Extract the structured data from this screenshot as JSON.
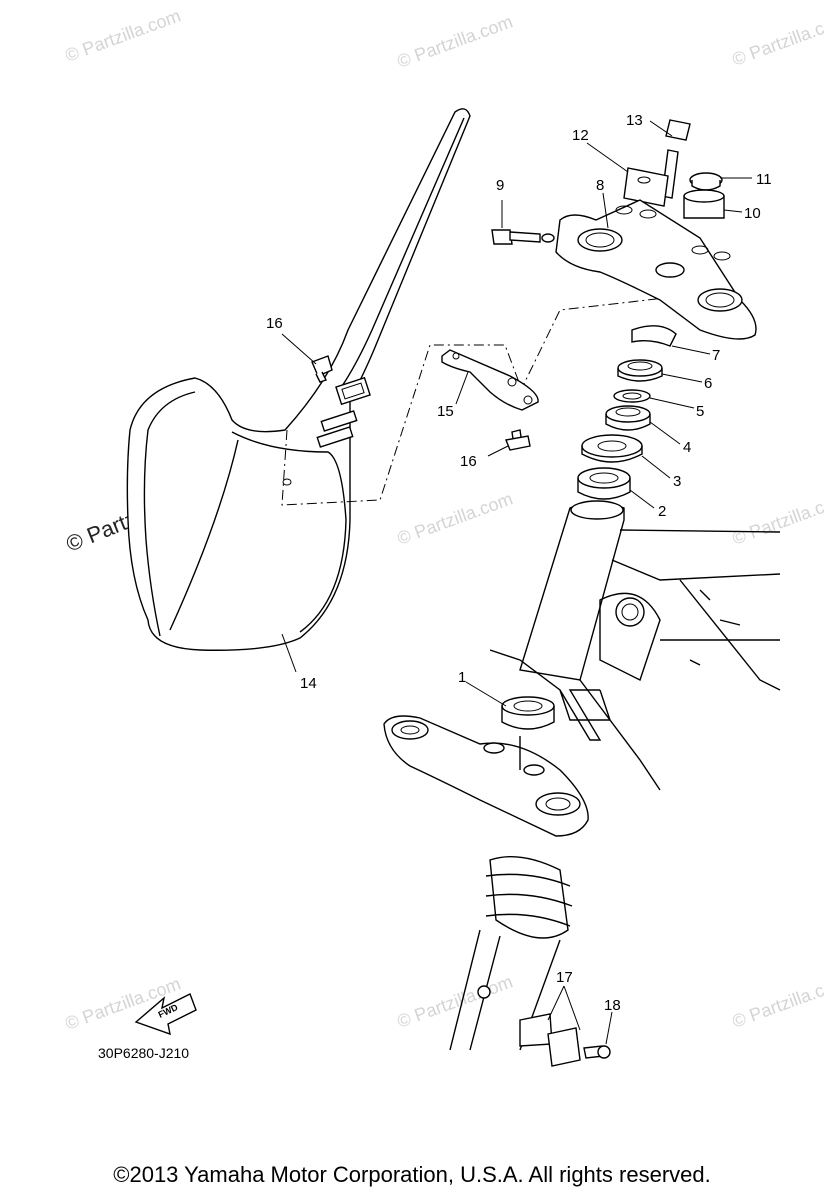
{
  "watermark": "© Partzilla.com",
  "large_watermark": "© Partzilla.com",
  "diagram_code": "30P6280-J210",
  "fwd_label": "FWD",
  "copyright": "©2013  Yamaha Motor Corporation, U.S.A. All rights reserved.",
  "part_numbers": {
    "p1": "1",
    "p2": "2",
    "p3": "3",
    "p4": "4",
    "p5": "5",
    "p6": "6",
    "p7": "7",
    "p8": "8",
    "p9": "9",
    "p10": "10",
    "p11": "11",
    "p12": "12",
    "p13": "13",
    "p14": "14",
    "p15": "15",
    "p16a": "16",
    "p16b": "16",
    "p17": "17",
    "p18": "18"
  },
  "colors": {
    "line": "#000000",
    "watermark": "#d4d4d4",
    "background": "#ffffff"
  }
}
